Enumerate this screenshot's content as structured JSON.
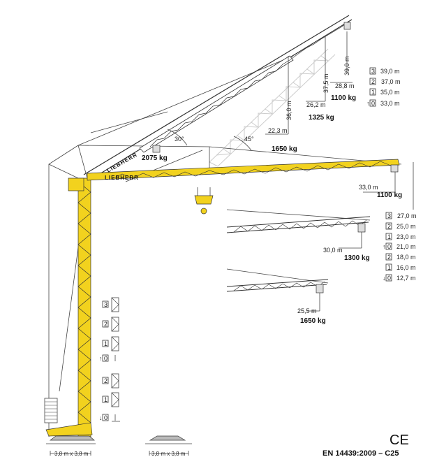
{
  "brand": "LIEBHERR",
  "colors": {
    "crane_yellow": "#f2d21e",
    "lines": "#444444",
    "faded_jib": "#cccccc"
  },
  "inclined_jib": {
    "angle_30": "30°",
    "angle_45": "45°",
    "load_2075": "2075 kg",
    "points": [
      {
        "height": "36,0 m",
        "radius": "22,3 m",
        "load": "1650 kg"
      },
      {
        "height": "37,5 m",
        "radius": "26,2 m",
        "load": "1325 kg"
      },
      {
        "height": "39,0 m",
        "radius": "28,8 m",
        "load": "1100 kg"
      }
    ],
    "hook_heights": [
      {
        "section": "3",
        "value": "39,0 m"
      },
      {
        "section": "2",
        "value": "37,0 m"
      },
      {
        "section": "1",
        "value": "35,0 m"
      },
      {
        "section": "0",
        "value": "33,0 m",
        "arrow": "up"
      }
    ]
  },
  "horizontal_jib": {
    "radius": "33,0 m",
    "load": "1100 kg",
    "hook_heights": [
      {
        "section": "3",
        "value": "27,0 m"
      },
      {
        "section": "2",
        "value": "25,0 m"
      },
      {
        "section": "1",
        "value": "23,0 m"
      },
      {
        "section": "0",
        "value": "21,0 m",
        "arrow": "up"
      },
      {
        "section": "2",
        "value": "18,0 m"
      },
      {
        "section": "1",
        "value": "16,0 m"
      },
      {
        "section": "0",
        "value": "12,7 m",
        "arrow": "down"
      }
    ]
  },
  "short_jib_1": {
    "radius": "30,0 m",
    "load": "1300 kg"
  },
  "short_jib_2": {
    "radius": "25,5 m",
    "load": "1650 kg"
  },
  "tower_sections": [
    {
      "label": "3"
    },
    {
      "label": "2"
    },
    {
      "label": "1"
    },
    {
      "label": "0",
      "arrow": "up"
    },
    {
      "label": "2"
    },
    {
      "label": "1"
    },
    {
      "label": "0",
      "arrow": "down"
    }
  ],
  "base_dimensions": [
    "3,8 m x 3,8 m",
    "3,8 m x 3,8 m"
  ],
  "ce_mark": "CE",
  "standard": "EN 14439:2009 – C25"
}
